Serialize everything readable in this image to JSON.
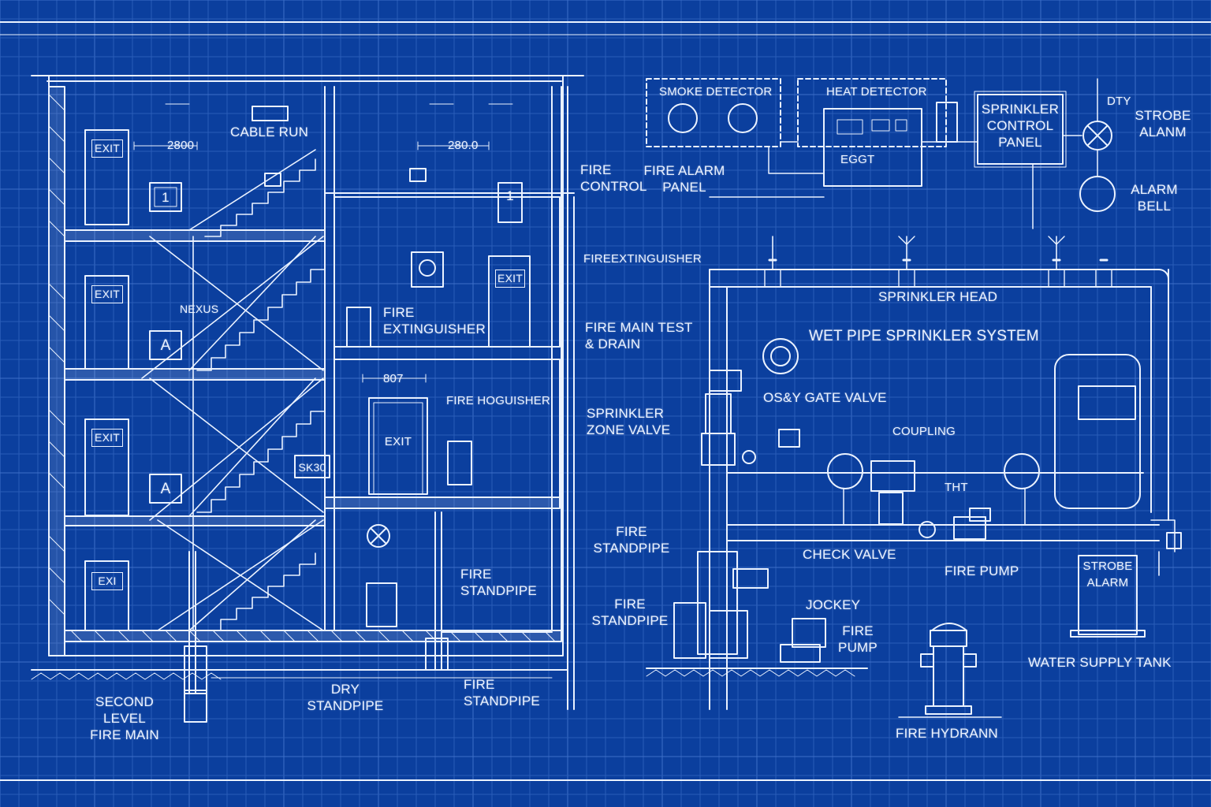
{
  "colors": {
    "background": "#0b3f9e",
    "line": "#eaf2ff",
    "grid_minor": "#2a5cb8",
    "grid_major": "#3d6fc8"
  },
  "labels": {
    "cable_run": "CABLE RUN",
    "dim_left": "2800",
    "dim_mid": "280.0",
    "exit_1": "EXIT",
    "exit_2": "EXIT",
    "exit_3": "EXIT",
    "exit_4": "EXIT",
    "exit_5": "EXI",
    "exit_6": "EXIT",
    "sign_1": "1",
    "sign_2": "1",
    "sign_a1": "A",
    "sign_a2": "A",
    "nexus": "NEXUS",
    "stair_tag": "SK30",
    "fire_ext_1": "FIRE\nEXTINGUISHER",
    "dim_807": "807",
    "fire_hoguisher": "FIRE HOGUISHER",
    "fire_standpipe_1": "FIRE\nSTANDPIPE",
    "fire_standpipe_2": "FIRE\nSTANDPIPE",
    "dry_standpipe": "DRY\nSTANDPIPE",
    "fire_main": "SECOND\nLEVEL\nFIRE MAIN",
    "fire_control": "FIRE\nCONTROL",
    "fire_extinguisher_2": "FIREEXTINGUISHER",
    "fire_main_test": "FIRE MAIN TEST\n& DRAIN",
    "sprinkler_zone_valve": "SPRINKLER\nZONE VALVE",
    "fire_standpipe_3": "FIRE\nSTANDPIPE",
    "fire_standpipe_4": "FIRE\nSTANDPIPE",
    "smoke_detector": "SMOKE DETECTOR",
    "heat_detector": "HEAT DETECTOR",
    "fire_alarm_panel": "FIRE ALARM\nPANEL",
    "panel_row": "EGGT",
    "sprinkler_control_panel": "SPRINKLER\nCONTROL\nPANEL",
    "dty": "DTY",
    "strobe_alarm_top": "STROBE\nALANM",
    "alarm_bell": "ALARM\nBELL",
    "sprinkler_head": "SPRINKLER HEAD",
    "wet_pipe": "WET PIPE SPRINKLER SYSTEM",
    "osy_gate_valve": "OS&Y GATE VALVE",
    "coupling": "COUPLING",
    "tht": "THT",
    "check_valve": "CHECK VALVE",
    "fire_pump_1": "FIRE PUMP",
    "jockey": "JOCKEY",
    "fire_pump_2": "FIRE\nPUMP",
    "strobe_alarm_bottom": "STROBE\nALARM",
    "water_supply_tank": "WATER SUPPLY TANK",
    "fire_hydrant": "FIRE HYDRANN"
  }
}
